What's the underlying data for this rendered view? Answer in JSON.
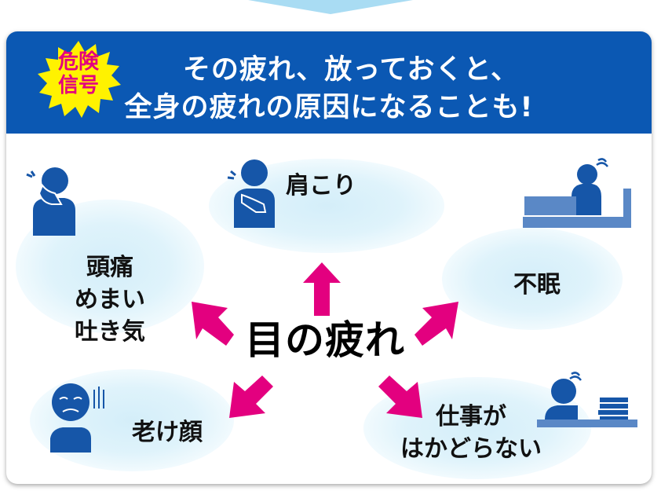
{
  "badge": {
    "line1": "危険",
    "line2": "信号"
  },
  "header": {
    "line1": "その疲れ、放っておくと、",
    "line2": "全身の疲れの原因になることも!"
  },
  "center": "目の疲れ",
  "effects": {
    "shoulder": "肩こり",
    "headache": [
      "頭痛",
      "めまい",
      "吐き気"
    ],
    "insomnia": "不眠",
    "aging": "老け顔",
    "work": [
      "仕事が",
      "はかどらない"
    ]
  },
  "colors": {
    "header": "#0b58b3",
    "accent": "#e3007f",
    "badge": "#fff200",
    "figure": "#1656a8",
    "bubble": "#d4eef9"
  }
}
